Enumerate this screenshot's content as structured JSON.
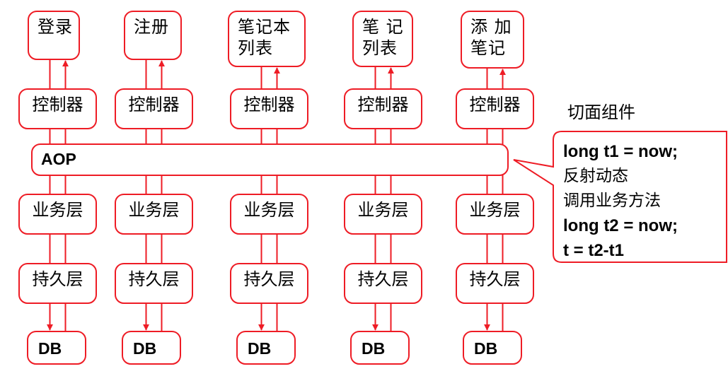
{
  "columns": [
    {
      "top": [
        "登录"
      ],
      "controller": "控制器",
      "service": "业务层",
      "persistence": "持久层",
      "db": "DB"
    },
    {
      "top": [
        "注册"
      ],
      "controller": "控制器",
      "service": "业务层",
      "persistence": "持久层",
      "db": "DB"
    },
    {
      "top": [
        "笔记本",
        "列表"
      ],
      "controller": "控制器",
      "service": "业务层",
      "persistence": "持久层",
      "db": "DB"
    },
    {
      "top": [
        "笔 记",
        "列表"
      ],
      "controller": "控制器",
      "service": "业务层",
      "persistence": "持久层",
      "db": "DB"
    },
    {
      "top": [
        "添 加",
        "笔记"
      ],
      "controller": "控制器",
      "service": "业务层",
      "persistence": "持久层",
      "db": "DB"
    }
  ],
  "aop": {
    "label": "AOP"
  },
  "aspect": {
    "label": "切面组件"
  },
  "callout": {
    "lines": [
      "long t1 = now;",
      "反射动态",
      "调用业务方法",
      "long t2 = now;",
      "t = t2-t1"
    ]
  },
  "colors": {
    "accent": "#ee1c25"
  }
}
